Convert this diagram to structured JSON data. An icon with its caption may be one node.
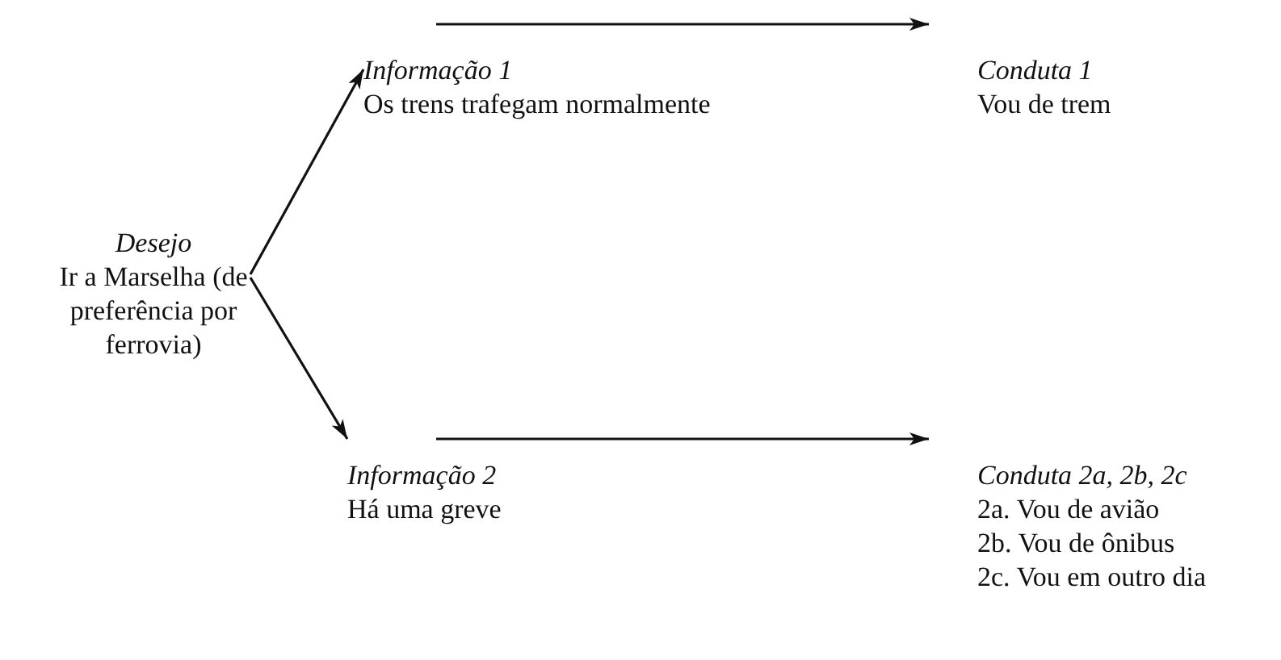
{
  "diagram": {
    "nodes": [
      {
        "text": [
          "Desejo",
          "Ir a Marselha (de preferência por ferrovia)"
        ]
      },
      {
        "text": [
          "Informação 1",
          "Os trens trafegam normalmente"
        ]
      },
      {
        "text": [
          "Conduta 1",
          "Vou de trem"
        ]
      },
      {
        "text": [
          "Informação 2",
          "Há uma greve"
        ]
      },
      {
        "text": [
          "Conduta 2a, 2b, 2c",
          "2a. Vou de avião",
          "2b. Vou de ônibus",
          "2c. Vou em outro dia"
        ]
      }
    ],
    "edges": [
      {
        "from": 0,
        "to": 1,
        "arrow": "to"
      },
      {
        "from": 0,
        "to": 3,
        "arrow": "to"
      },
      {
        "from": 1,
        "to": 2,
        "arrow": "to"
      },
      {
        "from": 3,
        "to": 4,
        "arrow": "to"
      }
    ]
  }
}
